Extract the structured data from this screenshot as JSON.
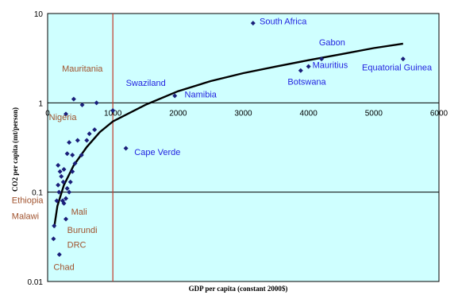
{
  "chart_data": {
    "type": "scatter",
    "title": "",
    "xlabel": "GDP per capita (constant 2000$)",
    "ylabel": "CO2 per capita (mt/person)",
    "x_scale": "linear",
    "y_scale": "log",
    "xlim": [
      0,
      6000
    ],
    "ylim": [
      0.01,
      10
    ],
    "x_ticks": [
      "0",
      "1000",
      "2000",
      "3000",
      "4000",
      "5000",
      "6000"
    ],
    "y_ticks": [
      "0.01",
      "0.1",
      "1",
      "10"
    ],
    "background_color": "#cfffff",
    "grid": "horizontal major lines",
    "reference_line": {
      "x": 1000,
      "color": "#c0392b"
    },
    "colors": {
      "points": "#1a1f7a",
      "high_emitter_labels": "#2323e0",
      "low_emitter_labels": "#a0522d",
      "trend": "#000000"
    },
    "points": [
      {
        "x": 3150,
        "y": 7.8
      },
      {
        "x": 4200,
        "y": 3.1
      },
      {
        "x": 4000,
        "y": 2.55
      },
      {
        "x": 3880,
        "y": 2.3
      },
      {
        "x": 5450,
        "y": 3.1
      },
      {
        "x": 1950,
        "y": 1.2
      },
      {
        "x": 1000,
        "y": 0.82
      },
      {
        "x": 1200,
        "y": 0.31
      },
      {
        "x": 400,
        "y": 1.1
      },
      {
        "x": 750,
        "y": 1.0
      },
      {
        "x": 530,
        "y": 0.95
      },
      {
        "x": 280,
        "y": 0.75
      },
      {
        "x": 460,
        "y": 0.38
      },
      {
        "x": 600,
        "y": 0.38
      },
      {
        "x": 520,
        "y": 0.26
      },
      {
        "x": 640,
        "y": 0.45
      },
      {
        "x": 720,
        "y": 0.5
      },
      {
        "x": 380,
        "y": 0.26
      },
      {
        "x": 420,
        "y": 0.21
      },
      {
        "x": 330,
        "y": 0.36
      },
      {
        "x": 300,
        "y": 0.27
      },
      {
        "x": 250,
        "y": 0.18
      },
      {
        "x": 210,
        "y": 0.15
      },
      {
        "x": 190,
        "y": 0.17
      },
      {
        "x": 160,
        "y": 0.2
      },
      {
        "x": 240,
        "y": 0.13
      },
      {
        "x": 300,
        "y": 0.11
      },
      {
        "x": 350,
        "y": 0.13
      },
      {
        "x": 380,
        "y": 0.17
      },
      {
        "x": 160,
        "y": 0.12
      },
      {
        "x": 175,
        "y": 0.1
      },
      {
        "x": 280,
        "y": 0.085
      },
      {
        "x": 330,
        "y": 0.1
      },
      {
        "x": 140,
        "y": 0.08
      },
      {
        "x": 230,
        "y": 0.08
      },
      {
        "x": 250,
        "y": 0.075
      },
      {
        "x": 280,
        "y": 0.05
      },
      {
        "x": 100,
        "y": 0.042
      },
      {
        "x": 90,
        "y": 0.03
      },
      {
        "x": 180,
        "y": 0.02
      }
    ],
    "trend_line": {
      "type": "logarithmic",
      "points": [
        {
          "x": 100,
          "y": 0.04
        },
        {
          "x": 150,
          "y": 0.07
        },
        {
          "x": 250,
          "y": 0.12
        },
        {
          "x": 400,
          "y": 0.2
        },
        {
          "x": 600,
          "y": 0.32
        },
        {
          "x": 800,
          "y": 0.47
        },
        {
          "x": 1000,
          "y": 0.62
        },
        {
          "x": 1500,
          "y": 0.95
        },
        {
          "x": 2000,
          "y": 1.35
        },
        {
          "x": 2500,
          "y": 1.75
        },
        {
          "x": 3000,
          "y": 2.15
        },
        {
          "x": 3500,
          "y": 2.55
        },
        {
          "x": 4000,
          "y": 3.0
        },
        {
          "x": 4500,
          "y": 3.5
        },
        {
          "x": 5000,
          "y": 4.1
        },
        {
          "x": 5450,
          "y": 4.6
        }
      ]
    },
    "annotations": [
      {
        "text": "South Africa",
        "x": 3250,
        "y": 7.6,
        "color": "#2323e0"
      },
      {
        "text": "Gabon",
        "x": 4160,
        "y": 4.4,
        "color": "#2323e0"
      },
      {
        "text": "Mauritius",
        "x": 4060,
        "y": 2.45,
        "color": "#2323e0"
      },
      {
        "text": "Botswana",
        "x": 3680,
        "y": 1.6,
        "color": "#2323e0"
      },
      {
        "text": "Equatorial Guinea",
        "x": 4820,
        "y": 2.3,
        "color": "#2323e0"
      },
      {
        "text": "Swaziland",
        "x": 1200,
        "y": 1.55,
        "color": "#2323e0"
      },
      {
        "text": "Namibia",
        "x": 2100,
        "y": 1.15,
        "color": "#2323e0"
      },
      {
        "text": "Cape Verde",
        "x": 1330,
        "y": 0.26,
        "color": "#2323e0"
      },
      {
        "text": "Mauritania",
        "x": 220,
        "y": 2.25,
        "color": "#a0522d"
      },
      {
        "text": "Nigeria",
        "x": 20,
        "y": 0.64,
        "color": "#a0522d"
      },
      {
        "text": "Ethiopia",
        "x": -550,
        "y": 0.075,
        "color": "#a0522d"
      },
      {
        "text": "Malawi",
        "x": -550,
        "y": 0.05,
        "color": "#a0522d"
      },
      {
        "text": "Mali",
        "x": 360,
        "y": 0.056,
        "color": "#a0522d"
      },
      {
        "text": "Burundi",
        "x": 300,
        "y": 0.035,
        "color": "#a0522d"
      },
      {
        "text": "DRC",
        "x": 300,
        "y": 0.024,
        "color": "#a0522d"
      },
      {
        "text": "Chad",
        "x": 90,
        "y": 0.0135,
        "color": "#a0522d"
      }
    ]
  }
}
